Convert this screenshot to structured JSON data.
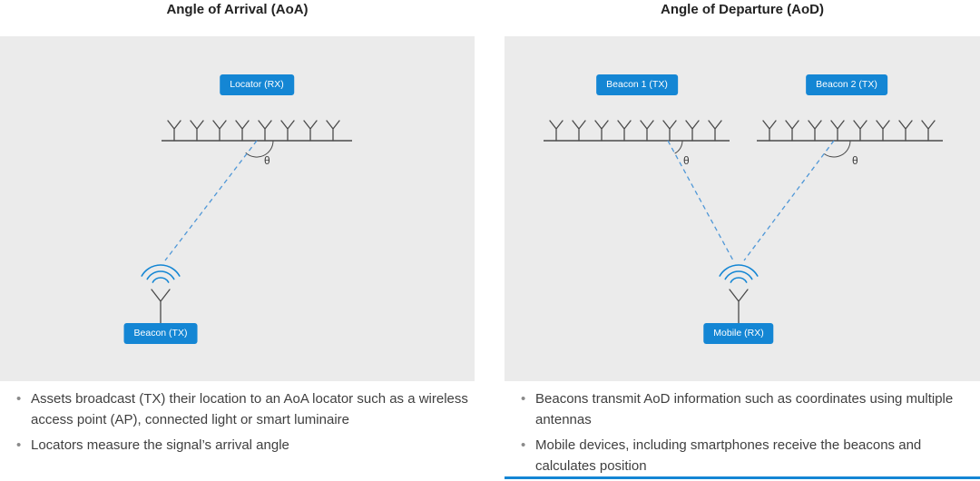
{
  "colors": {
    "chip_bg": "#1486d4",
    "panel_bg": "#ebebeb",
    "dashed_line": "#4f97d7",
    "wave": "#1486d4",
    "line": "#4a4a4a",
    "text": "#3f3f3f",
    "bullet": "#8a8a8a",
    "bottom_rule": "#1486d4"
  },
  "aoa": {
    "title": "Angle of Arrival (AoA)",
    "locator_label": "Locator (RX)",
    "beacon_label": "Beacon (TX)",
    "theta": "θ",
    "bullets": [
      "Assets broadcast (TX) their location to an AoA locator such as a wireless access point (AP), connected light or smart luminaire",
      "Locators measure the signal’s arrival angle"
    ]
  },
  "aod": {
    "title": "Angle of Departure (AoD)",
    "beacon1_label": "Beacon 1 (TX)",
    "beacon2_label": "Beacon 2 (TX)",
    "mobile_label": "Mobile (RX)",
    "theta": "θ",
    "bullets": [
      "Beacons transmit AoD information such as coordinates using multiple antennas",
      "Mobile devices, including smartphones receive the beacons and calculates position"
    ]
  }
}
